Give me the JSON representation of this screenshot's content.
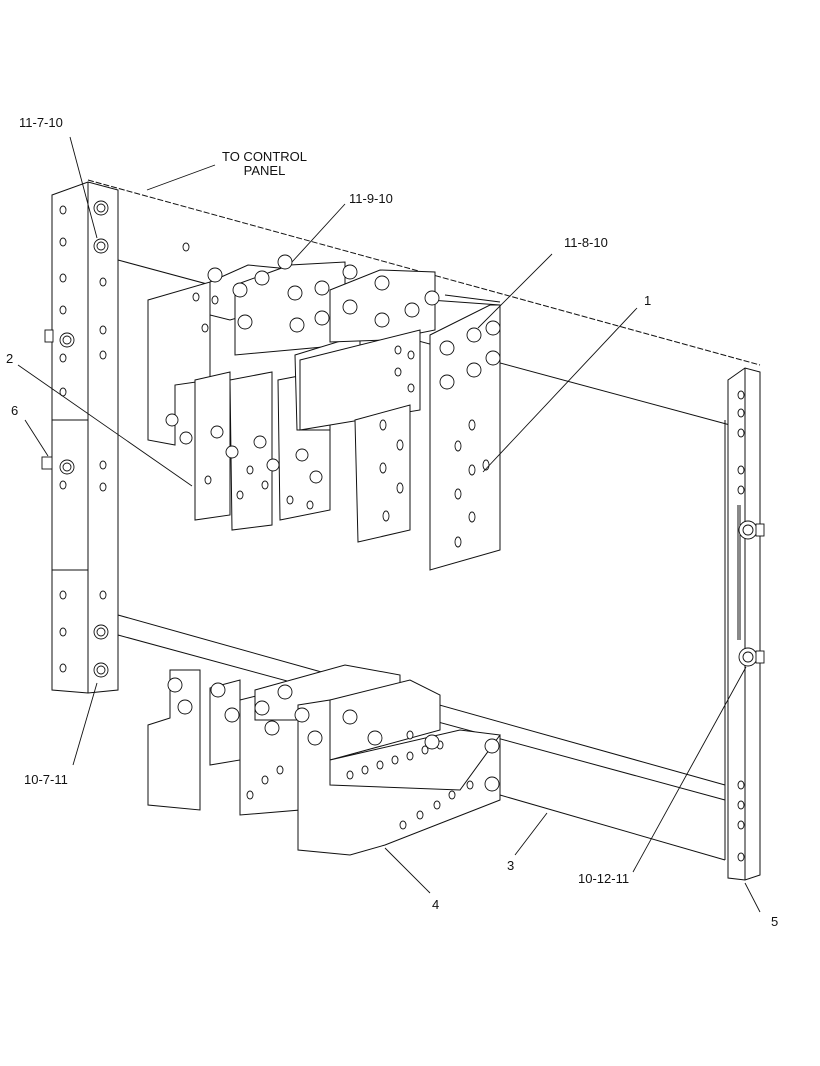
{
  "callouts": {
    "c_11_7_10": "11-7-10",
    "to_control_panel_line1": "TO CONTROL",
    "to_control_panel_line2": "PANEL",
    "c_11_9_10": "11-9-10",
    "c_11_8_10": "11-8-10",
    "c_1": "1",
    "c_2": "2",
    "c_6": "6",
    "c_10_7_11": "10-7-11",
    "c_3": "3",
    "c_4": "4",
    "c_10_12_11": "10-12-11",
    "c_5": "5"
  },
  "colors": {
    "line": "#111111",
    "background": "#ffffff"
  }
}
